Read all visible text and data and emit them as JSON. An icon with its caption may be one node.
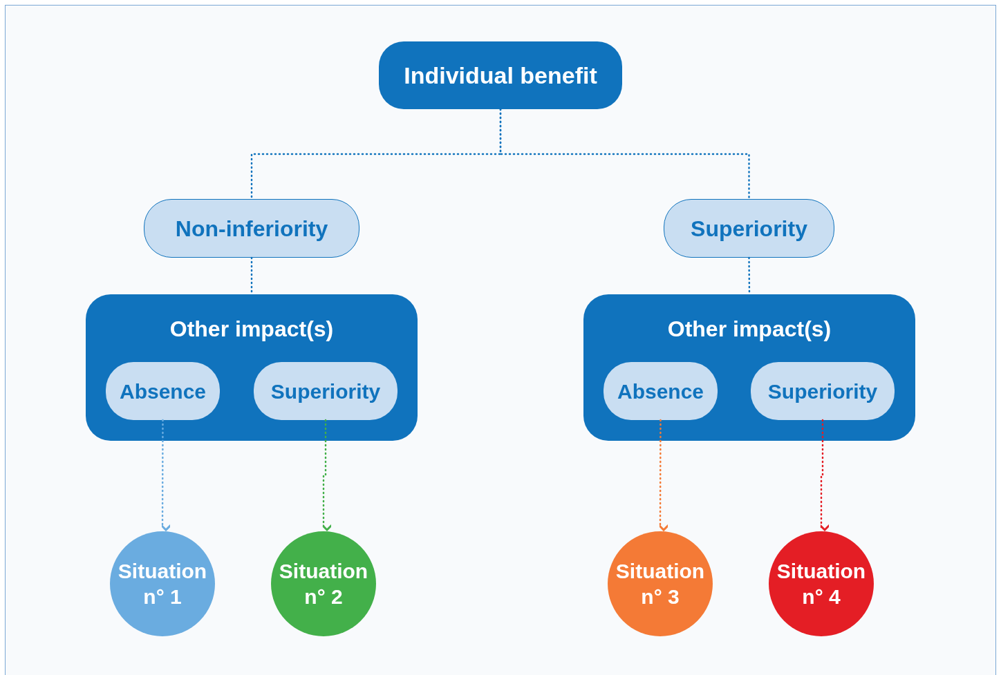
{
  "diagram": {
    "nodes": [
      {
        "text": [
          "Individual benefit"
        ]
      },
      {
        "text": [
          "Non-inferiority"
        ]
      },
      {
        "text": [
          "Superiority"
        ]
      },
      {
        "text": [
          "Other impact(s)"
        ]
      },
      {
        "text": [
          "Absence"
        ],
        "in": 3
      },
      {
        "text": [
          "Superiority"
        ],
        "in": 3
      },
      {
        "text": [
          "Other impact(s)"
        ]
      },
      {
        "text": [
          "Absence"
        ],
        "in": 6
      },
      {
        "text": [
          "Superiority"
        ],
        "in": 6
      },
      {
        "text": [
          "Situation",
          "n° 1"
        ]
      },
      {
        "text": [
          "Situation",
          "n° 2"
        ]
      },
      {
        "text": [
          "Situation",
          "n° 3"
        ]
      },
      {
        "text": [
          "Situation",
          "n° 4"
        ]
      }
    ],
    "edges": [
      {
        "from": 0,
        "to": 1,
        "arrow": "none"
      },
      {
        "from": 0,
        "to": 2,
        "arrow": "none"
      },
      {
        "from": 1,
        "to": 3,
        "arrow": "none"
      },
      {
        "from": 2,
        "to": 6,
        "arrow": "none"
      },
      {
        "from": 4,
        "to": 9,
        "arrow": "to",
        "color": "#6aace0"
      },
      {
        "from": 5,
        "to": 10,
        "arrow": "to",
        "color": "#43b04a"
      },
      {
        "from": 7,
        "to": 11,
        "arrow": "to",
        "color": "#f47a36"
      },
      {
        "from": 8,
        "to": 12,
        "arrow": "to",
        "color": "#e41e25"
      }
    ]
  }
}
